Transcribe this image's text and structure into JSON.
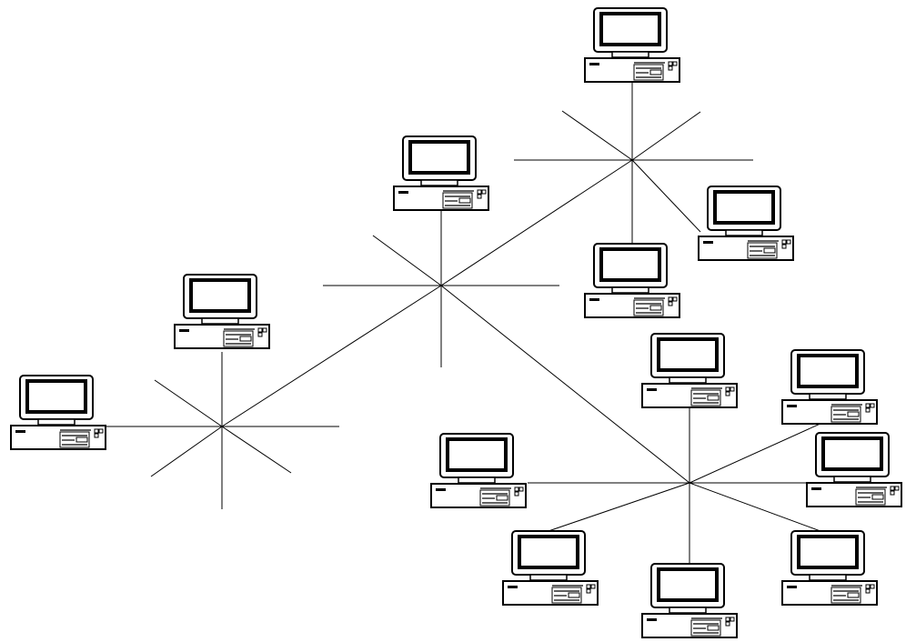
{
  "diagram": {
    "type": "network-topology",
    "description_free": true,
    "colors": {
      "line": "#000000",
      "background": "#ffffff"
    },
    "hubs": [
      {
        "id": "hub-a",
        "spokes": 8
      },
      {
        "id": "hub-b",
        "spokes": 8
      },
      {
        "id": "hub-c",
        "spokes": 8
      },
      {
        "id": "hub-d",
        "spokes": 8
      }
    ],
    "computers": [
      {
        "id": "pc-1",
        "hub": "hub-a",
        "icon": "desktop-computer-icon"
      },
      {
        "id": "pc-2",
        "hub": "hub-a",
        "icon": "desktop-computer-icon"
      },
      {
        "id": "pc-3",
        "hub": "hub-b",
        "icon": "desktop-computer-icon"
      },
      {
        "id": "pc-4",
        "hub": "hub-c",
        "icon": "desktop-computer-icon"
      },
      {
        "id": "pc-5",
        "hub": "hub-c",
        "icon": "desktop-computer-icon"
      },
      {
        "id": "pc-6",
        "hub": "hub-c",
        "icon": "desktop-computer-icon"
      },
      {
        "id": "pc-7",
        "hub": "hub-d",
        "icon": "desktop-computer-icon"
      },
      {
        "id": "pc-8",
        "hub": "hub-d",
        "icon": "desktop-computer-icon"
      },
      {
        "id": "pc-9",
        "hub": "hub-d",
        "icon": "desktop-computer-icon"
      },
      {
        "id": "pc-10",
        "hub": "hub-d",
        "icon": "desktop-computer-icon"
      },
      {
        "id": "pc-11",
        "hub": "hub-d",
        "icon": "desktop-computer-icon"
      },
      {
        "id": "pc-12",
        "hub": "hub-d",
        "icon": "desktop-computer-icon"
      },
      {
        "id": "pc-13",
        "hub": "hub-d",
        "icon": "desktop-computer-icon"
      }
    ],
    "links": [
      [
        "hub-a",
        "hub-b"
      ],
      [
        "hub-b",
        "hub-c"
      ],
      [
        "hub-b",
        "hub-d"
      ]
    ]
  }
}
